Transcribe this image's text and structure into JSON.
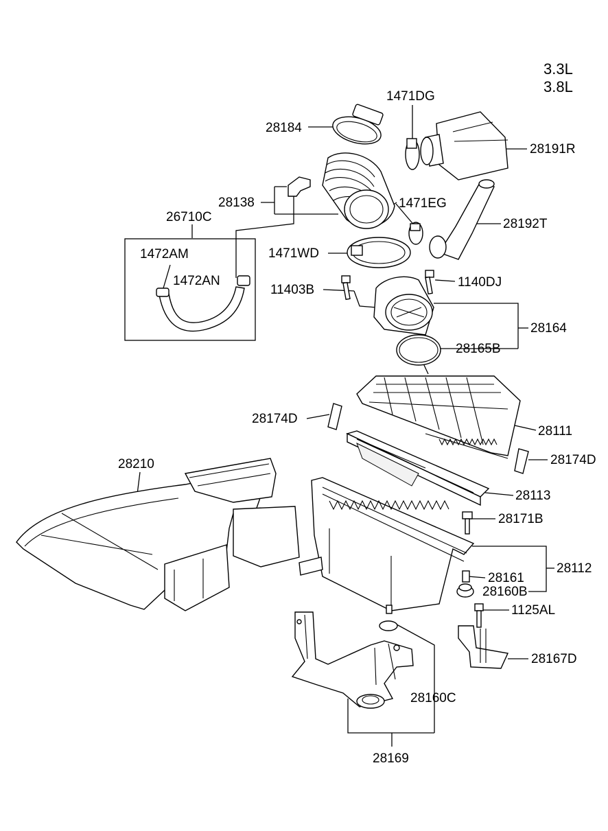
{
  "engine": {
    "line1": "3.3L",
    "line2": "3.8L"
  },
  "labels": {
    "p1471DG": "1471DG",
    "p28184": "28184",
    "p28191R": "28191R",
    "p28138": "28138",
    "p1471EG": "1471EG",
    "p26710C": "26710C",
    "p28192T": "28192T",
    "p1472AM": "1472AM",
    "p1471WD": "1471WD",
    "p1472AN": "1472AN",
    "p11403B": "11403B",
    "p1140DJ": "1140DJ",
    "p28164": "28164",
    "p28165B": "28165B",
    "p28174D_left": "28174D",
    "p28111": "28111",
    "p28210": "28210",
    "p28174D_right": "28174D",
    "p28113": "28113",
    "p28171B": "28171B",
    "p28112": "28112",
    "p28161": "28161",
    "p28160B": "28160B",
    "p1125AL": "1125AL",
    "p28167D": "28167D",
    "p28160C": "28160C",
    "p28169": "28169"
  }
}
